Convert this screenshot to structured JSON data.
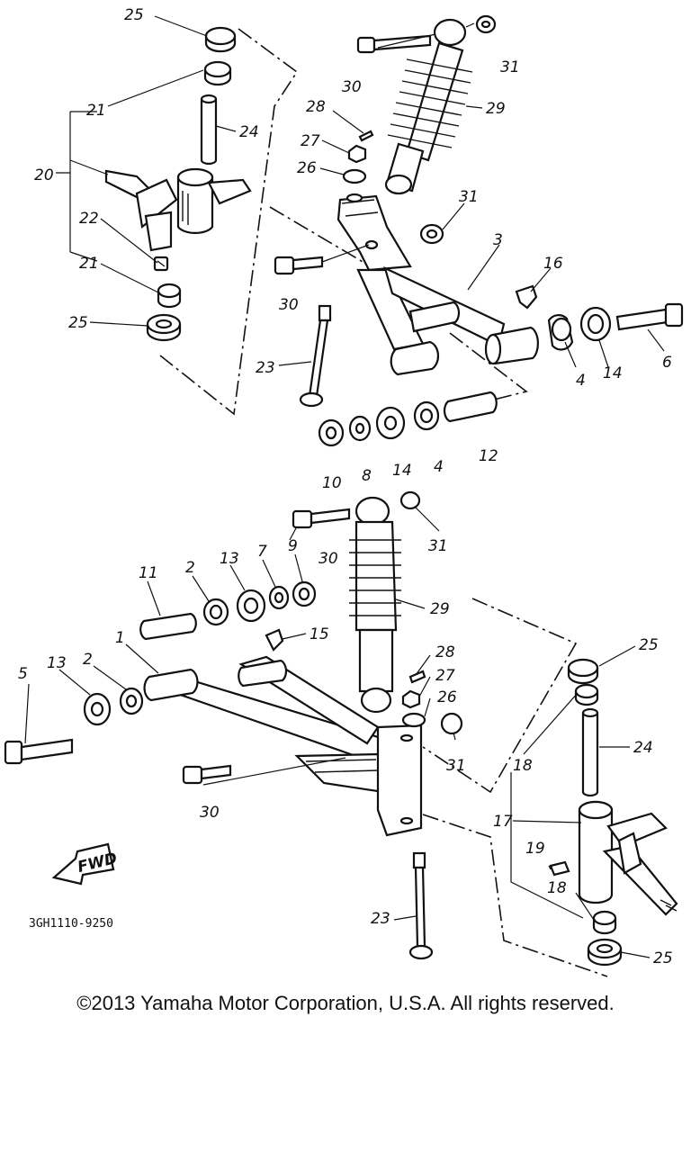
{
  "diagram": {
    "figure_code": "3GH1110-9250",
    "fwd_label": "FWD",
    "callouts": {
      "p25_top": "25",
      "p21_top": "21",
      "p24_top": "24",
      "p20": "20",
      "p22": "22",
      "p21_mid": "21",
      "p25_mid": "25",
      "p30_top": "30",
      "p31_top": "31",
      "p28_top": "28",
      "p29_top": "29",
      "p27_top": "27",
      "p26_top": "26",
      "p31_mid": "31",
      "p30_mid": "30",
      "p3": "3",
      "p16": "16",
      "p23_top": "23",
      "p4_right": "4",
      "p14_right": "14",
      "p6": "6",
      "p10": "10",
      "p8": "8",
      "p14_mid": "14",
      "p4_mid": "4",
      "p12": "12",
      "p30_low": "30",
      "p31_low": "31",
      "p11": "11",
      "p2_top": "2",
      "p13_top": "13",
      "p7": "7",
      "p9": "9",
      "p29_low": "29",
      "p15": "15",
      "p5": "5",
      "p13_low": "13",
      "p2_low": "2",
      "p1": "1",
      "p28_low": "28",
      "p27_low": "27",
      "p26_low": "26",
      "p31_bot": "31",
      "p30_bot": "30",
      "p25_right": "25",
      "p24_right": "24",
      "p18_top": "18",
      "p17": "17",
      "p19": "19",
      "p18_low": "18",
      "p23_low": "23",
      "p25_bot": "25"
    }
  },
  "footer": {
    "copyright": "©2013 Yamaha Motor Corporation, U.S.A. All rights reserved."
  }
}
